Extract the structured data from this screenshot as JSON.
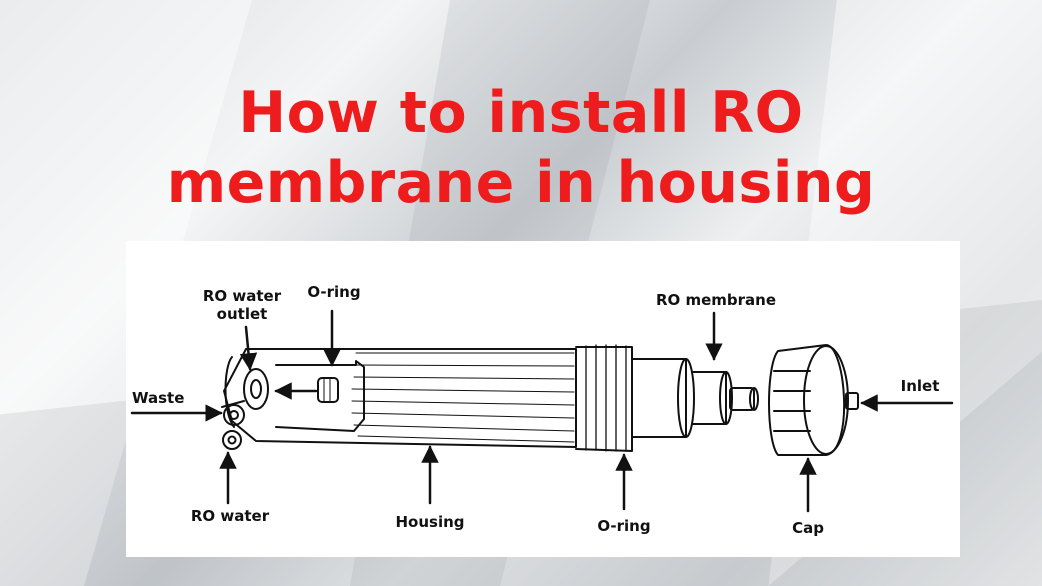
{
  "title": {
    "line1": "How to install RO",
    "line2": "membrane in housing"
  },
  "colors": {
    "title": "#ee1c1c",
    "ink": "#111111",
    "panel": "#ffffff"
  },
  "labels": {
    "ro_water_outlet_line1": "RO water",
    "ro_water_outlet_line2": "outlet",
    "o_ring_top": "O-ring",
    "ro_membrane": "RO membrane",
    "waste": "Waste",
    "inlet": "Inlet",
    "ro_water": "RO water",
    "housing": "Housing",
    "o_ring_bottom": "O-ring",
    "cap": "Cap"
  }
}
